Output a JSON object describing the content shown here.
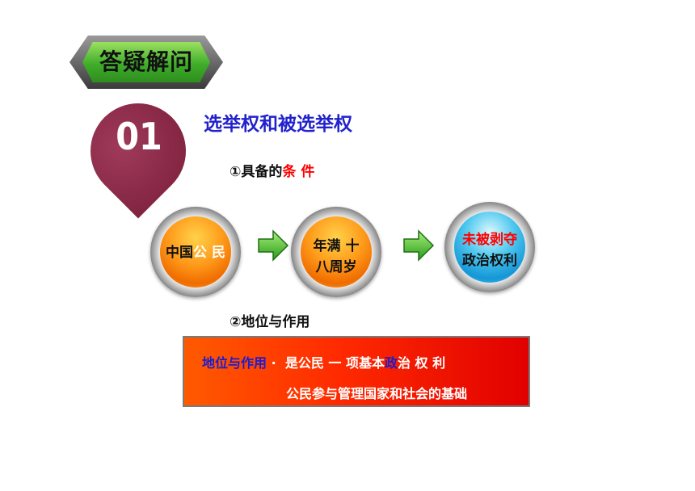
{
  "header": {
    "title": "答疑解问"
  },
  "section": {
    "number": "01",
    "title": "选举权和被选举权"
  },
  "conditions": {
    "label_prefix": "①具备的",
    "label_highlight": "条 件",
    "colors": {
      "highlight": "#ff0000"
    },
    "steps": [
      {
        "line1_a": "中国",
        "line1_b": "公 民"
      },
      {
        "line1": "年满 十",
        "line2": "八周岁"
      },
      {
        "line1": "未被剥夺",
        "line2": "政治权利"
      }
    ]
  },
  "position": {
    "label": "②地位与作用",
    "banner": {
      "key": "地位与作用",
      "sep": "·",
      "line1_a": "是公民 一 项基本",
      "line1_em": "政",
      "line1_b": "治 权 利",
      "line2": "公民参与管理国家和社会的基础"
    }
  },
  "icons": [
    "right-arrow-icon",
    "right-arrow-icon"
  ]
}
